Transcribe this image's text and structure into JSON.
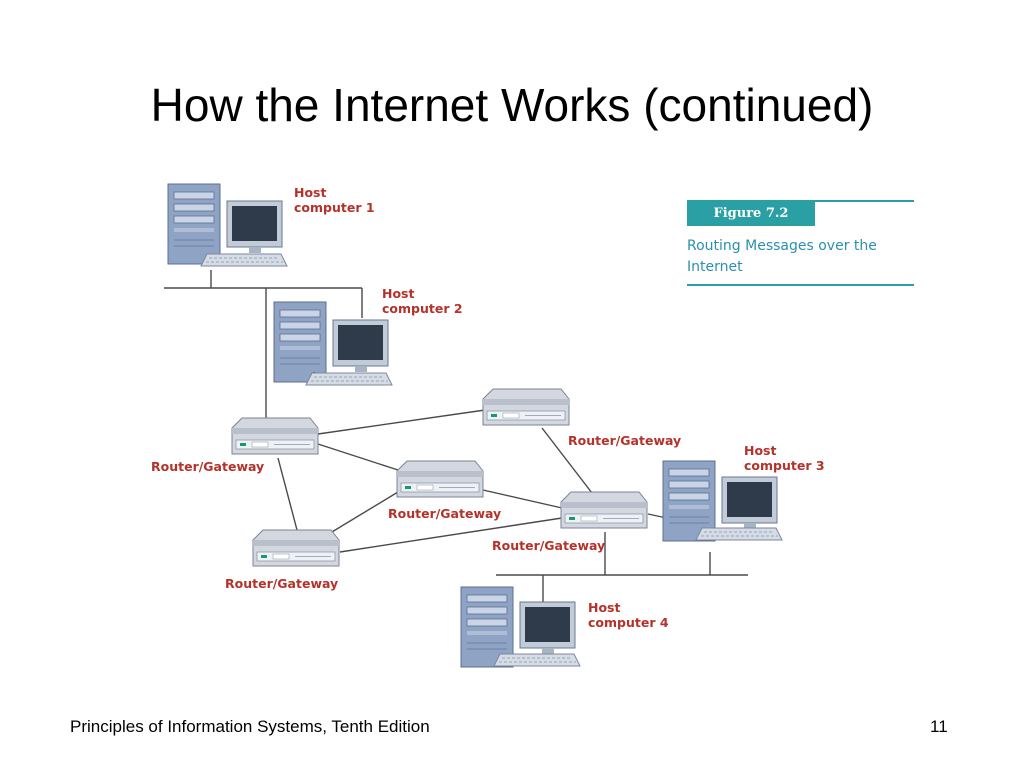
{
  "slide": {
    "title": "How the Internet Works (continued)",
    "footer_text": "Principles of Information Systems, Tenth Edition",
    "page_number": "11"
  },
  "figure": {
    "tag": "Figure 7.2",
    "caption": "Routing Messages over the Internet"
  },
  "nodes": {
    "host1": "Host\ncomputer 1",
    "host2": "Host\ncomputer 2",
    "host3": "Host\ncomputer 3",
    "host4": "Host\ncomputer 4",
    "router_left": "Router/Gateway",
    "router_top_right": "Router/Gateway",
    "router_center": "Router/Gateway",
    "router_right": "Router/Gateway",
    "router_bottom_left": "Router/Gateway"
  },
  "colors": {
    "label_red": "#b5322a",
    "figure_teal": "#2aa0a4",
    "caption_blue": "#2a8fb0"
  }
}
